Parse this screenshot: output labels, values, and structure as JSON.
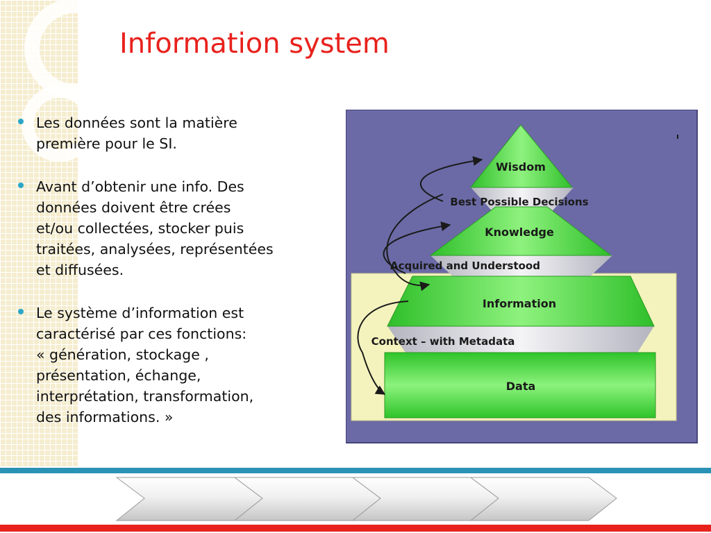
{
  "slide": {
    "title": "Information system",
    "bullets": [
      {
        "lines": [
          "Les données sont la matière",
          "première pour le SI."
        ]
      },
      {
        "lines": [
          "Avant d’obtenir une info. Des",
          "données doivent être crées",
          "et/ou collectées, stocker puis",
          "traitées, analysées, représentées",
          "et diffusées."
        ]
      },
      {
        "lines": [
          "Le système d’information est",
          "caractérisé par ces fonctions:",
          "« génération, stockage ,",
          "présentation, échange,",
          "interprétation, transformation,",
          "des informations. »"
        ]
      }
    ]
  },
  "diagram": {
    "levels": {
      "wisdom": "Wisdom",
      "knowledge": "Knowledge",
      "information": "Information",
      "data": "Data"
    },
    "connectors": {
      "best_decisions": "Best Possible Decisions",
      "acquired": "Acquired and Understood",
      "context": "Context – with Metadata"
    },
    "colors": {
      "panel_background": "#6b6aa6",
      "highlight_band": "#f4f3bd",
      "level_green": "#57e04a",
      "arrow": "#1a1a1a"
    }
  },
  "theme": {
    "title_color": "#e8211c",
    "bullet_color": "#2aa6c9",
    "footer_teal": "#2a93b5",
    "footer_red": "#e8211c"
  }
}
